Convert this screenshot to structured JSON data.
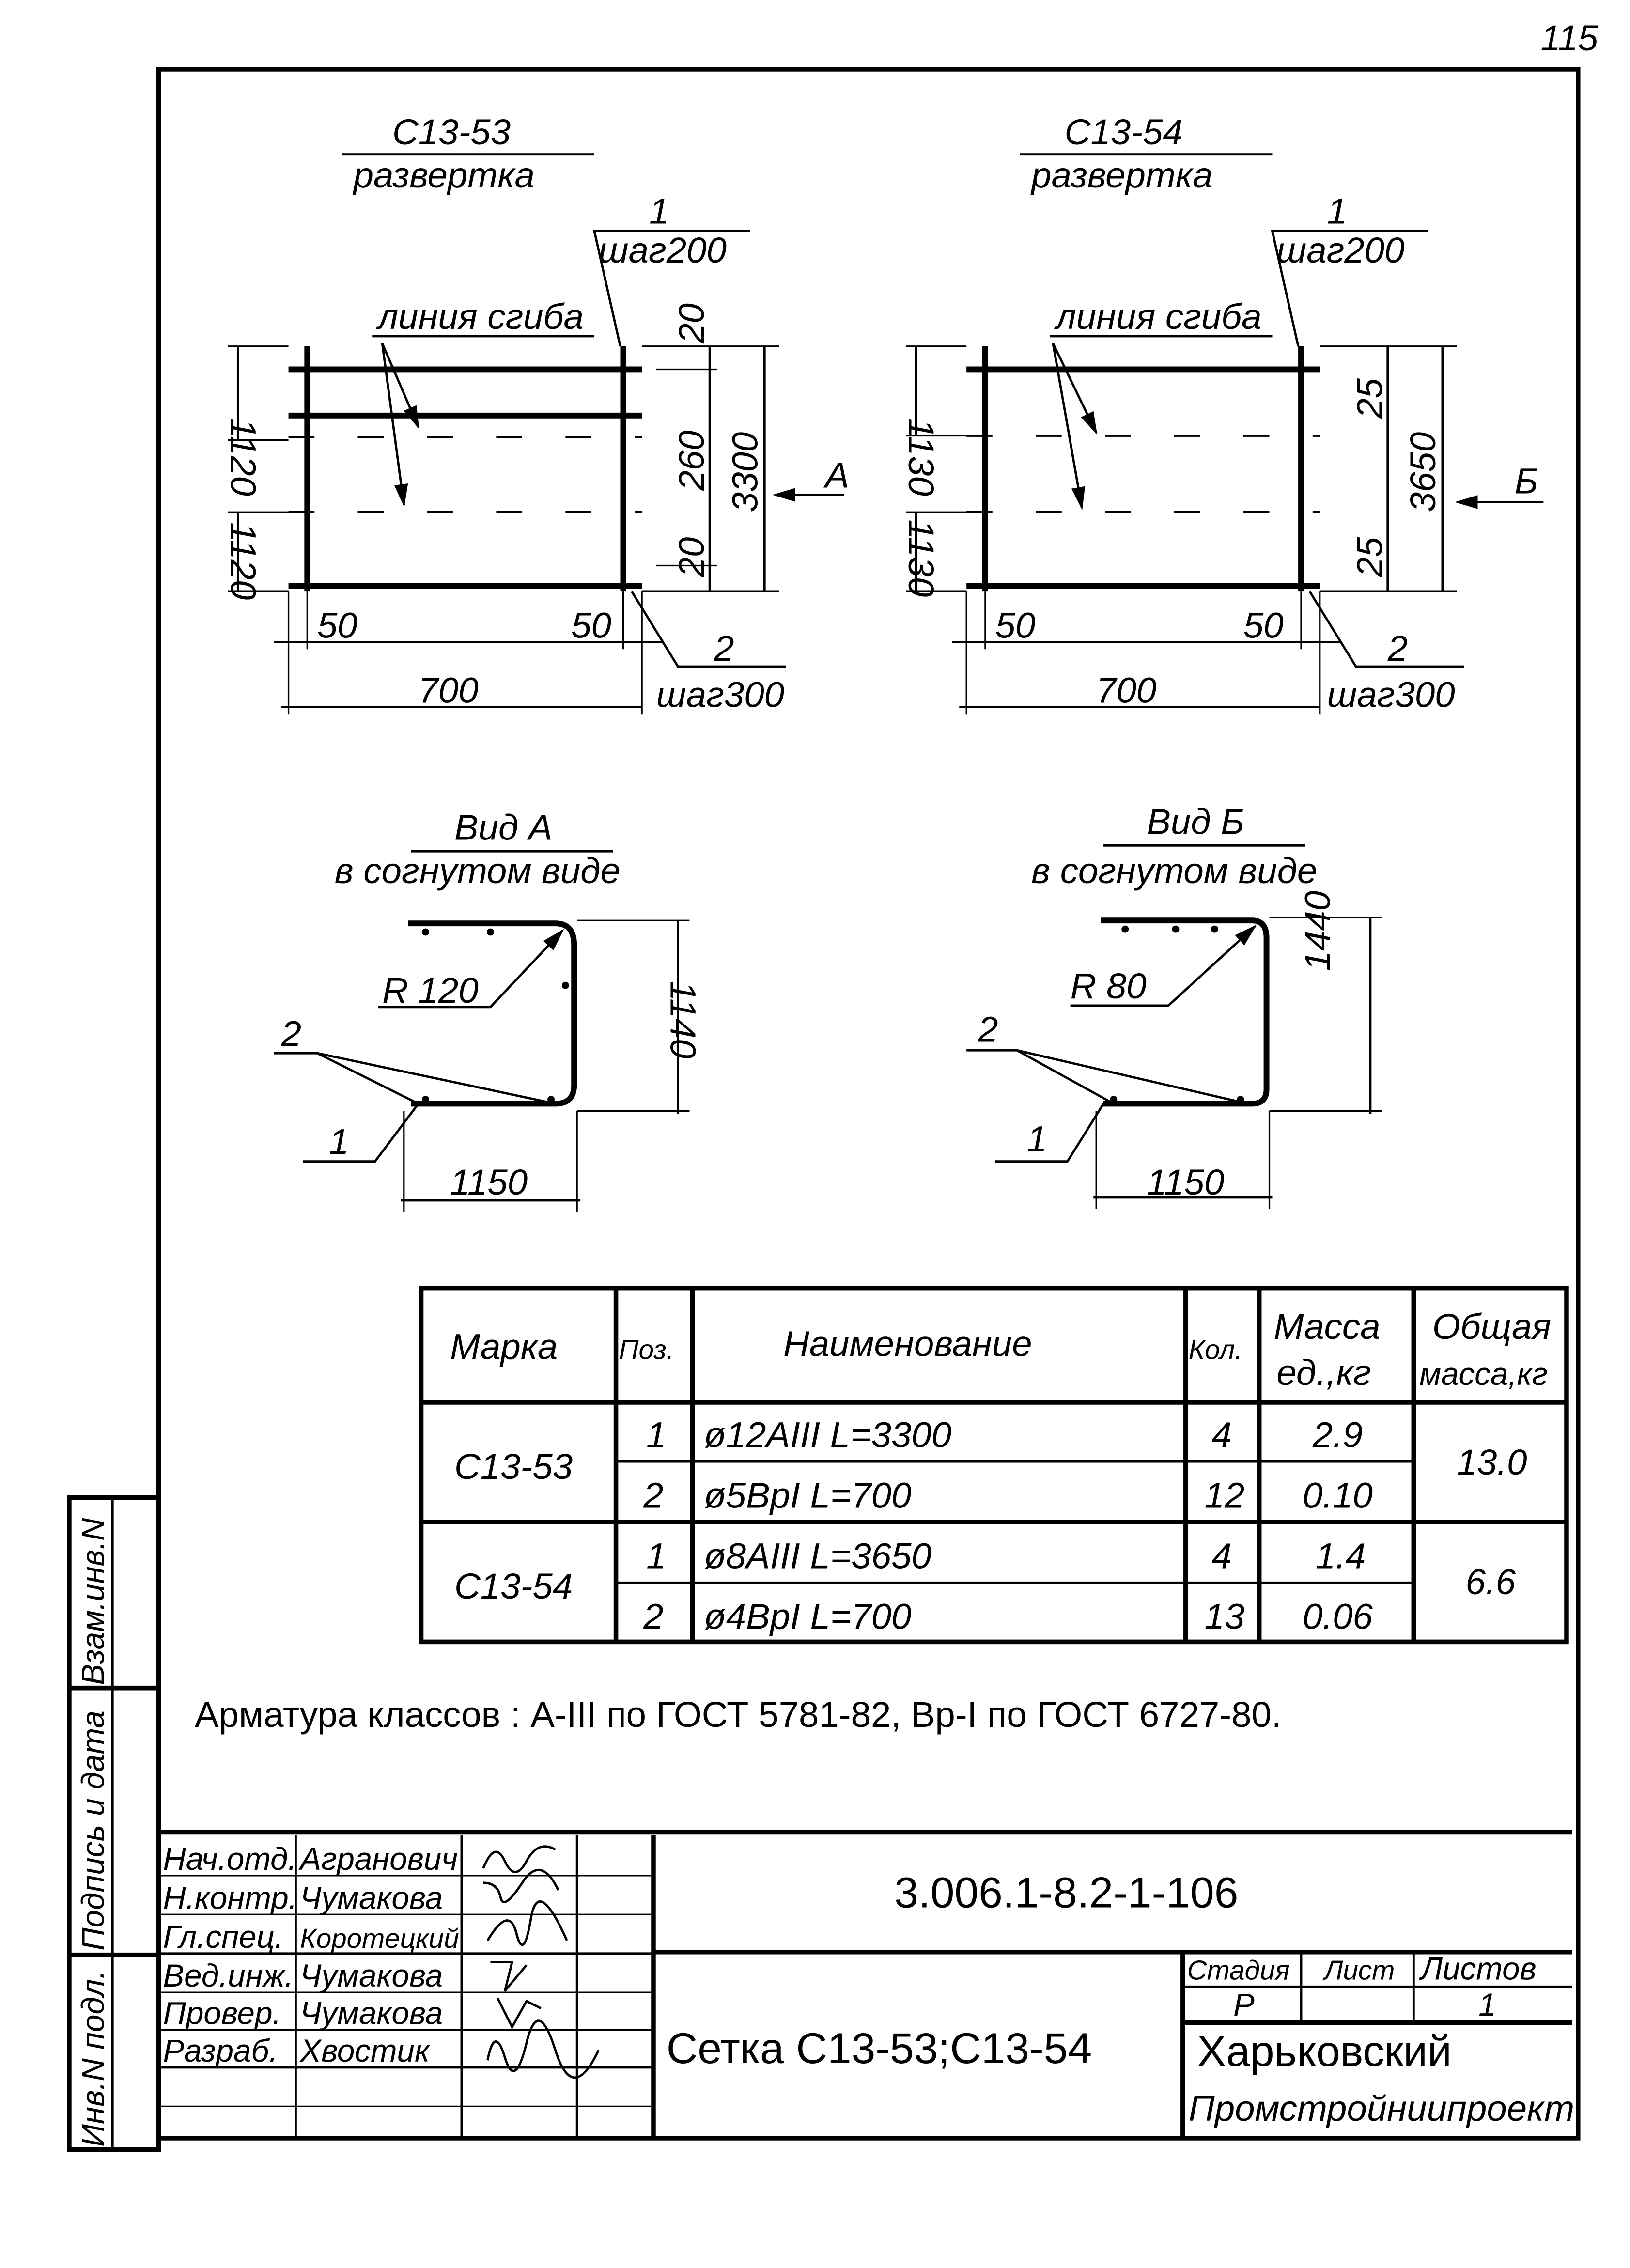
{
  "page_number": "115",
  "left_drawing": {
    "title": "С13-53",
    "subtitle": "развертка",
    "leader1": "1",
    "leader1_step": "шаг200",
    "bend_line": "линия сгиба",
    "dim_left_top": "1120",
    "dim_left_bottom": "1120",
    "dim_right_top": "20",
    "dim_right_mid": "260",
    "dim_right_bottom": "20",
    "dim_total": "3300",
    "view_arrow": "А",
    "dim_bottom_left": "50",
    "dim_bottom_right": "50",
    "dim_width": "700",
    "leader2": "2",
    "leader2_step": "шаг300"
  },
  "right_drawing": {
    "title": "С13-54",
    "subtitle": "развертка",
    "leader1": "1",
    "leader1_step": "шаг200",
    "bend_line": "линия сгиба",
    "dim_left_top": "1130",
    "dim_left_bottom": "1130",
    "dim_right_top": "25",
    "dim_right_bottom": "25",
    "dim_total": "3650",
    "view_arrow": "Б",
    "dim_bottom_left": "50",
    "dim_bottom_right": "50",
    "dim_width": "700",
    "leader2": "2",
    "leader2_step": "шаг300"
  },
  "view_a": {
    "title": "Вид А",
    "subtitle": "в согнутом виде",
    "radius": "R 120",
    "height": "1140",
    "width": "1150",
    "label2": "2",
    "label1": "1"
  },
  "view_b": {
    "title": "Вид Б",
    "subtitle": "в согнутом виде",
    "radius": "R 80",
    "height": "1440",
    "width": "1150",
    "label2": "2",
    "label1": "1"
  },
  "table": {
    "headers": [
      "Марка",
      "Поз.",
      "Наименование",
      "Кол.",
      "Масса ед.,кг",
      "Общая масса,кг"
    ],
    "header_mass_1": "Масса",
    "header_mass_2": "ед.,кг",
    "header_total_1": "Общая",
    "header_total_2": "масса,кг",
    "groups": [
      {
        "mark": "С13-53",
        "total": "13.0",
        "rows": [
          {
            "pos": "1",
            "name": "ø12AIII  L=3300",
            "qty": "4",
            "mass": "2.9"
          },
          {
            "pos": "2",
            "name": "ø5BpI  L=700",
            "qty": "12",
            "mass": "0.10"
          }
        ]
      },
      {
        "mark": "С13-54",
        "total": "6.6",
        "rows": [
          {
            "pos": "1",
            "name": "ø8AIII  L=3650",
            "qty": "4",
            "mass": "1.4"
          },
          {
            "pos": "2",
            "name": "ø4BpI  L=700",
            "qty": "13",
            "mass": "0.06"
          }
        ]
      }
    ]
  },
  "note": "Арматура классов : А-III по ГОСТ 5781-82, Вр-I по ГОСТ 6727-80.",
  "side_strip": [
    "Взам.инв.N",
    "Подпись и дата",
    "Инв.N подл."
  ],
  "title_block": {
    "signers": [
      {
        "role": "Нач.отд.",
        "name": "Агранович"
      },
      {
        "role": "Н.контр.",
        "name": "Чумакова"
      },
      {
        "role": "Гл.спец.",
        "name": "Коротецкий"
      },
      {
        "role": "Вед.инж.",
        "name": "Чумакова"
      },
      {
        "role": "Провер.",
        "name": "Чумакова"
      },
      {
        "role": "Разраб.",
        "name": "Хвостик"
      }
    ],
    "doc_number": "3.006.1-8.2-1-106",
    "title": "Сетка С13-53;С13-54",
    "stage_label": "Стадия",
    "sheet_label": "Лист",
    "sheets_label": "Листов",
    "stage": "Р",
    "sheet": "",
    "sheets": "1",
    "org_line1": "Харьковский",
    "org_line2": "Промстройниипроект"
  }
}
